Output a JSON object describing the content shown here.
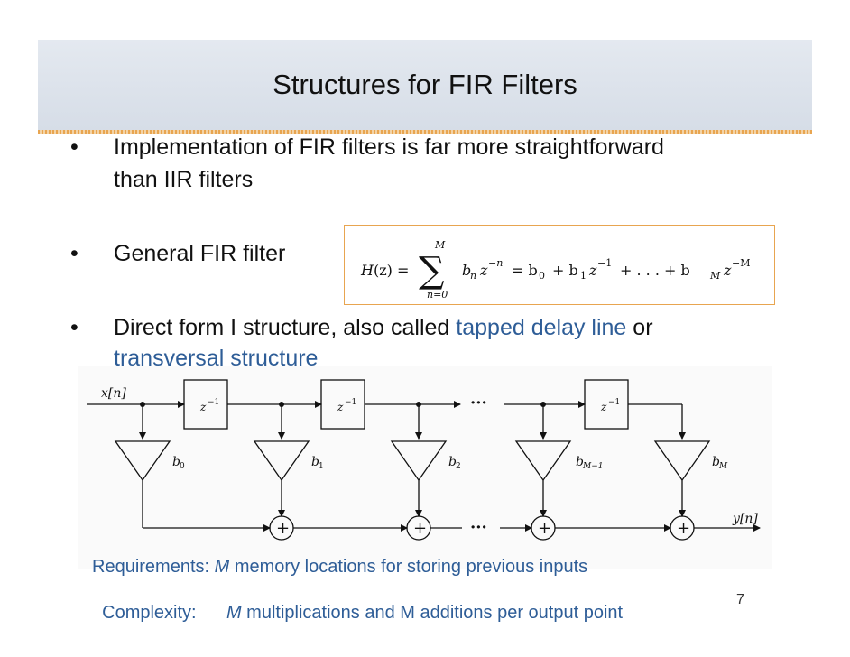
{
  "slide": {
    "title": "Structures for FIR Filters",
    "page_number": "7"
  },
  "bullets": [
    {
      "marker": "•",
      "line1": "Implementation of FIR filters is far more straightforward",
      "line2": "than IIR filters"
    },
    {
      "marker": "•",
      "line1": "General FIR filter"
    },
    {
      "marker": "•",
      "line1_pre": "Direct form I structure, also called ",
      "line1_hl": "tapped delay line",
      "line1_post": " or",
      "line2_hl": "transversal structure"
    }
  ],
  "formula": {
    "lhs": "H",
    "arg": "(z) =",
    "sum": "∑",
    "sum_top": "M",
    "sum_bottom": "n=0",
    "term_b": "b",
    "term_b_sub": "n",
    "term_z": "z",
    "term_z_exp": "−n",
    "eq2": "= b",
    "b0_sub": "0",
    "plus1": "+ b",
    "b1_sub": "1",
    "z1": "z",
    "z1_exp": "−1",
    "dots": "+ . . . + b",
    "bM_sub": "M",
    "zM": "z",
    "zM_exp": "−M"
  },
  "diagram": {
    "input_label": "x[n]",
    "output_label": "y[n]",
    "delay_label": "z",
    "delay_exp": "−1",
    "ellipsis": "···",
    "plus": "+",
    "coefficients": [
      {
        "base": "b",
        "sub": "0"
      },
      {
        "base": "b",
        "sub": "1"
      },
      {
        "base": "b",
        "sub": "2"
      },
      {
        "base": "b",
        "sub": "M−1"
      },
      {
        "base": "b",
        "sub": "M"
      }
    ]
  },
  "requirements": {
    "req_label": "Requirements: ",
    "req_var": "M",
    "req_text": " memory locations for storing previous inputs",
    "cx_label": "Complexity:      ",
    "cx_var": "M",
    "cx_text": " multiplications and M additions per output point"
  }
}
